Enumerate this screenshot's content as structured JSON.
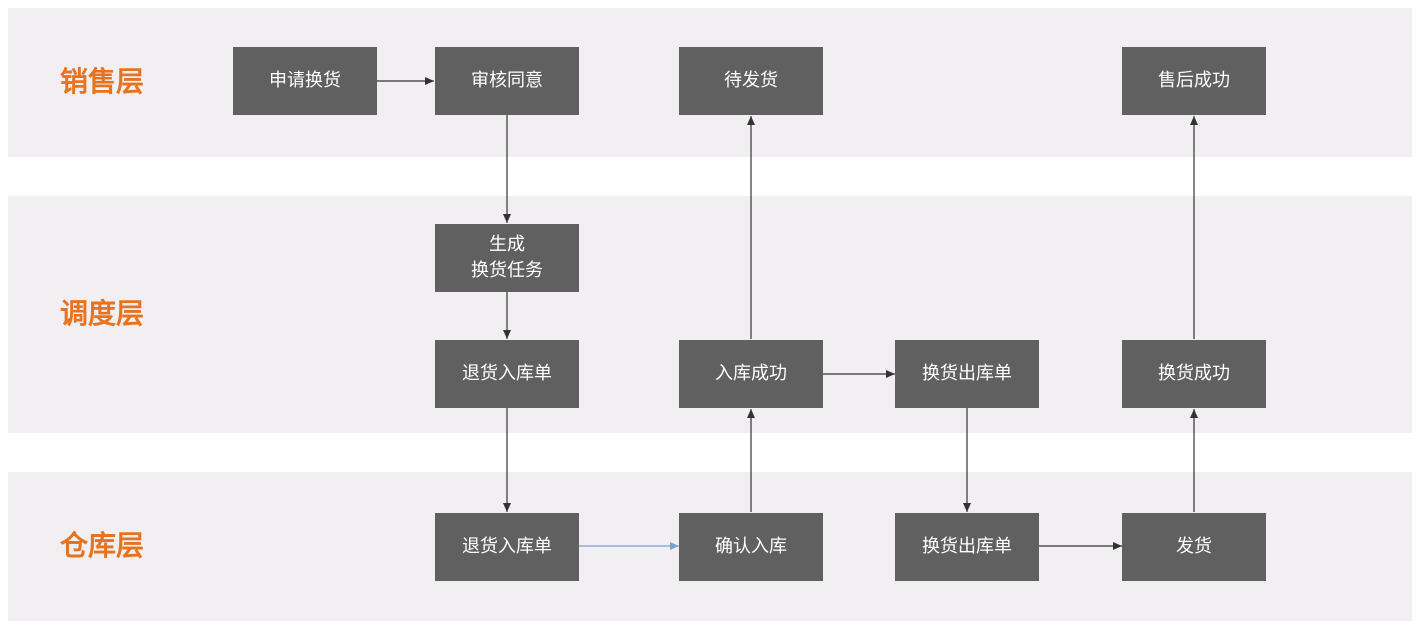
{
  "lanes": {
    "sales": "销售层",
    "dispatch": "调度层",
    "warehouse": "仓库层"
  },
  "nodes": {
    "apply_exchange": "申请换货",
    "review_approve": "审核同意",
    "pending_ship": "待发货",
    "after_sales_success": "售后成功",
    "generate_task": "生成\n换货任务",
    "return_inbound_order_dispatch": "退货入库单",
    "inbound_success": "入库成功",
    "exchange_outbound_order_dispatch": "换货出库单",
    "exchange_success": "换货成功",
    "return_inbound_order_warehouse": "退货入库单",
    "confirm_inbound": "确认入库",
    "exchange_outbound_order_warehouse": "换货出库单",
    "ship": "发货"
  },
  "colors": {
    "lane_background": "#f1eff1",
    "node_fill": "#606060",
    "node_text": "#ffffff",
    "lane_label": "#e8731f",
    "edge": "#333333",
    "edge_highlight": "#7aa0d2"
  }
}
